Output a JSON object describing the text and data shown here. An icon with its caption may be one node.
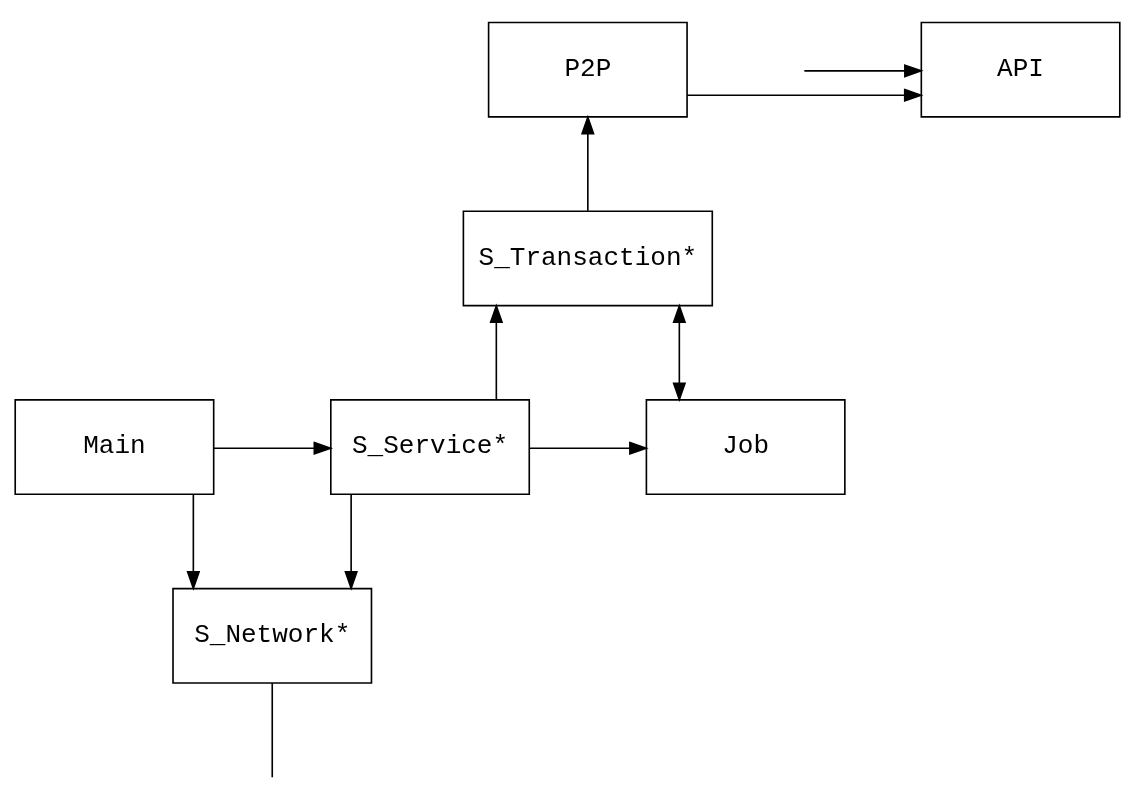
{
  "diagram": {
    "nodes": [
      {
        "text": [
          "P2P"
        ]
      },
      {
        "text": [
          "API"
        ]
      },
      {
        "text": [
          "S_Transaction*"
        ]
      },
      {
        "text": [
          "Main"
        ]
      },
      {
        "text": [
          "S_Service*"
        ]
      },
      {
        "text": [
          "Job"
        ]
      },
      {
        "text": [
          "S_Network*"
        ]
      }
    ],
    "edges": [
      {
        "from": 0,
        "to": 1,
        "arrow": "to"
      },
      {
        "from": null,
        "to": 1,
        "arrow": "to"
      },
      {
        "from": 2,
        "to": 0,
        "arrow": "to"
      },
      {
        "from": 2,
        "to": 5,
        "arrow": "both"
      },
      {
        "from": 4,
        "to": 2,
        "arrow": "to"
      },
      {
        "from": 3,
        "to": 4,
        "arrow": "to"
      },
      {
        "from": 4,
        "to": 5,
        "arrow": "to"
      },
      {
        "from": 3,
        "to": 6,
        "arrow": "to"
      },
      {
        "from": 4,
        "to": 6,
        "arrow": "to"
      },
      {
        "from": 6,
        "to": null,
        "arrow": "none"
      }
    ]
  }
}
